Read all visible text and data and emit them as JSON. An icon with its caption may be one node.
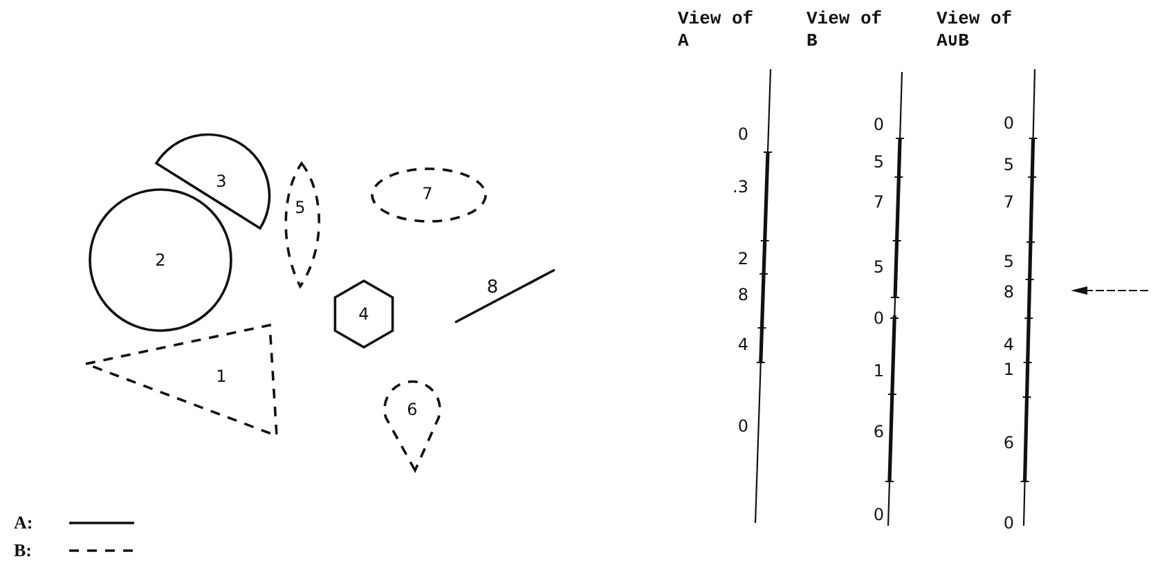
{
  "diagram": {
    "nodes": [
      {
        "text": [
          "1"
        ]
      },
      {
        "text": [
          "2"
        ]
      },
      {
        "text": [
          "3"
        ]
      },
      {
        "text": [
          "5"
        ]
      },
      {
        "text": [
          "7"
        ]
      },
      {
        "text": [
          "4"
        ]
      },
      {
        "text": [
          "6"
        ]
      }
    ],
    "labels": [
      "View of A",
      "View of B",
      "View of A∪B",
      "0",
      ".3",
      "2",
      "8",
      "4",
      "0",
      "0",
      "5",
      "7",
      "5",
      "0",
      "1",
      "6",
      "0",
      "0",
      "5",
      "7",
      "5",
      "8",
      "4",
      "1",
      "6",
      "0",
      "8"
    ],
    "legend": [
      {
        "text": "A:"
      },
      {
        "text": "B:"
      }
    ]
  }
}
